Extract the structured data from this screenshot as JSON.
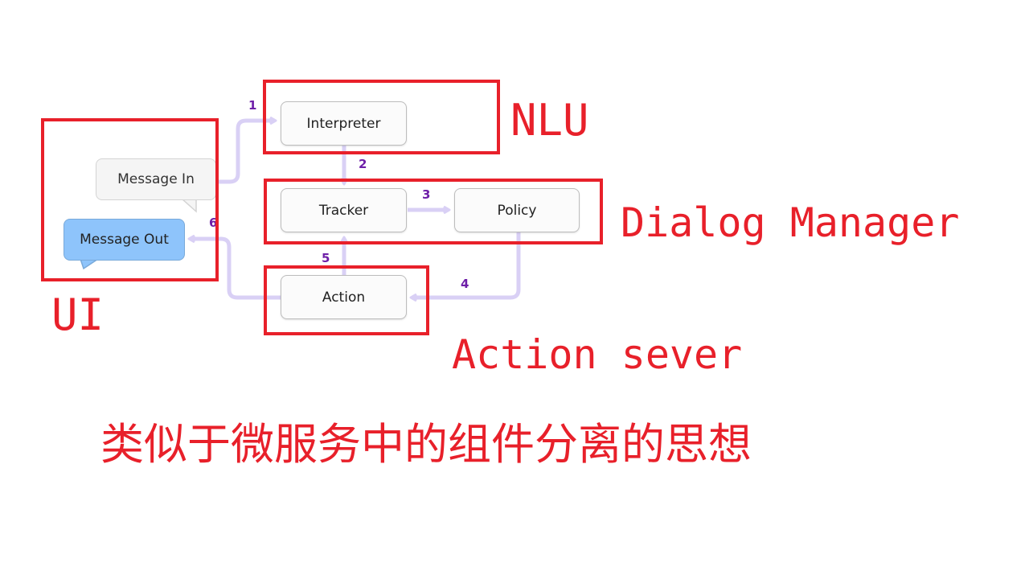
{
  "nodes": {
    "message_in": "Message In",
    "message_out": "Message Out",
    "interpreter": "Interpreter",
    "tracker": "Tracker",
    "policy": "Policy",
    "action": "Action"
  },
  "steps": [
    "1",
    "2",
    "3",
    "4",
    "5",
    "6"
  ],
  "regions": {
    "ui": "UI",
    "nlu": "NLU",
    "dialog_manager": "Dialog Manager",
    "action_server": "Action sever"
  },
  "caption": "类似于微服务中的组件分离的思想",
  "colors": {
    "frame": "#e8202a",
    "arrow": "#d9d0f5",
    "step_number": "#6e1fa8",
    "message_out_fill": "#8ec4fb"
  }
}
